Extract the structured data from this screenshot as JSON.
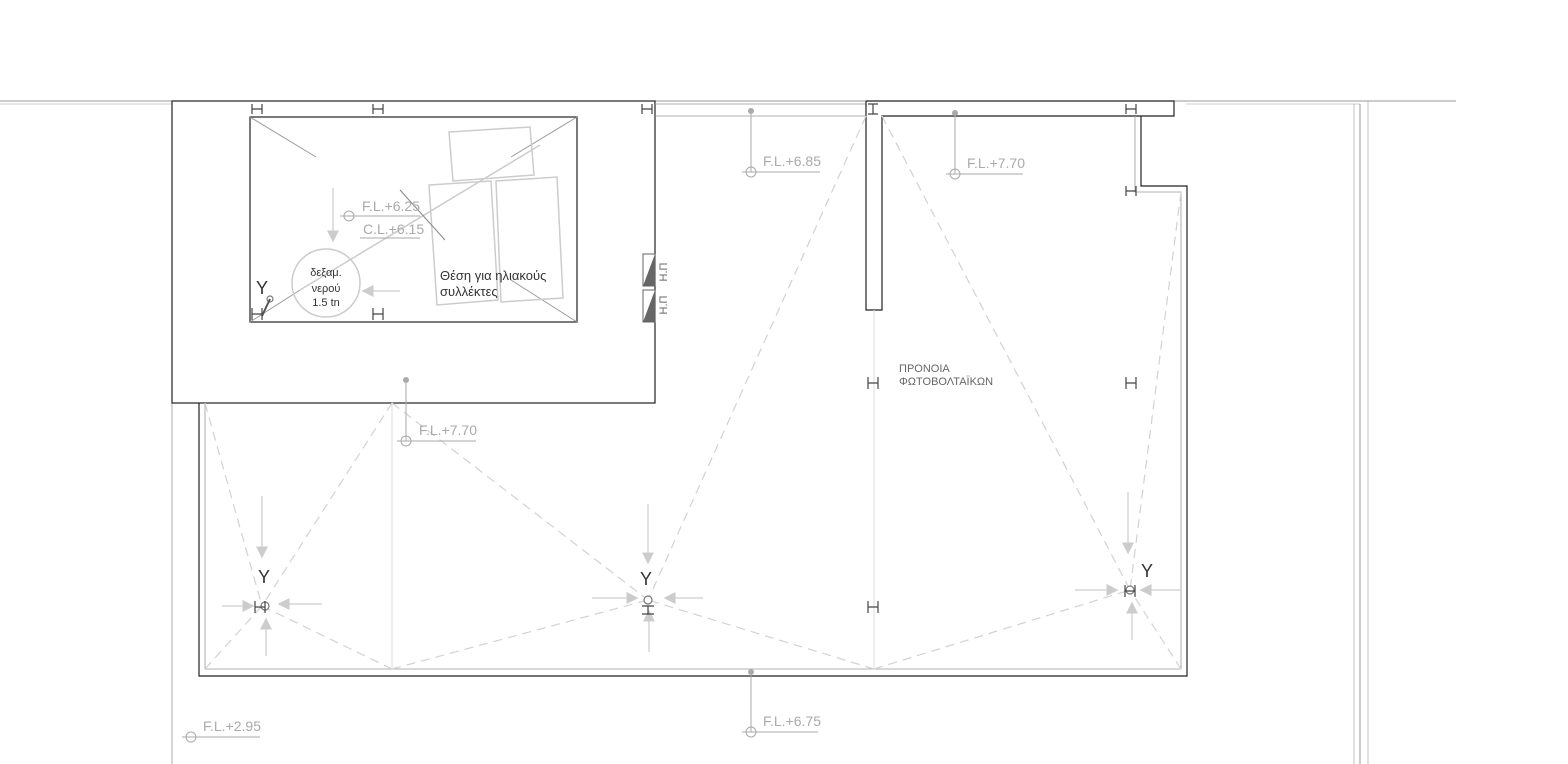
{
  "colors": {
    "wall": "#222222",
    "thin": "#999999",
    "light": "#cccccc",
    "dash": "#d2d2d2",
    "level_text": "#aaaaaa",
    "fill_dark": "#666666"
  },
  "icons": [
    "column-icon",
    "drain-icon",
    "level-marker-icon",
    "flow-arrow-icon"
  ],
  "plan": {
    "levels": [
      "F.L.+6.85",
      "F.L.+7.70",
      "F.L.+6.25",
      "C.L.+6.15",
      "F.L.+7.70",
      "F.L.+6.75",
      "F.L.+2.95"
    ],
    "tank_label": [
      "δεξαμ.",
      "νερού",
      "1.5 tn"
    ],
    "solar_label": [
      "Θέση για ηλιακούς",
      "συλλέκτες"
    ],
    "pv_label": [
      "ΠΡΟΝΟΙΑ",
      "ΦΩΤΟΒΟΛΤΑΪΚΩΝ"
    ],
    "duct_label": "Η.Π",
    "drain_label": "Y"
  }
}
